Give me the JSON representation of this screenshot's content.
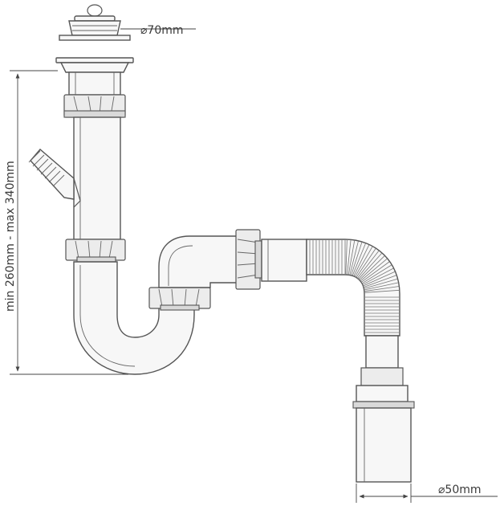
{
  "labels": {
    "top_diameter": "⌀70mm",
    "height_range": "min 260mm - max 340mm",
    "bottom_diameter": "⌀50mm"
  }
}
